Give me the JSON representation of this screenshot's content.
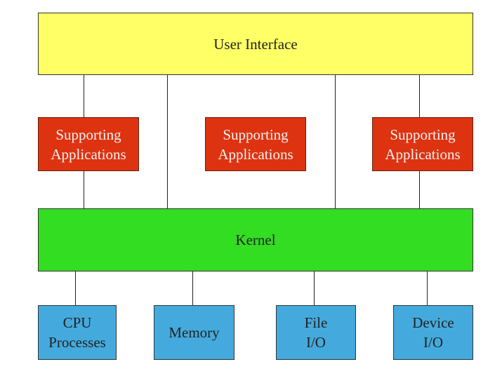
{
  "diagram": {
    "user_interface": {
      "label": "User Interface",
      "color": "#ffff66"
    },
    "supporting_apps": [
      {
        "label": "Supporting\nApplications"
      },
      {
        "label": "Supporting\nApplications"
      },
      {
        "label": "Supporting\nApplications"
      }
    ],
    "app_color": "#dd3311",
    "kernel": {
      "label": "Kernel",
      "color": "#33dd22"
    },
    "hardware": [
      {
        "label": "CPU\nProcesses"
      },
      {
        "label": "Memory"
      },
      {
        "label": "File\nI/O"
      },
      {
        "label": "Device\nI/O"
      }
    ],
    "hardware_color": "#44aadd"
  }
}
